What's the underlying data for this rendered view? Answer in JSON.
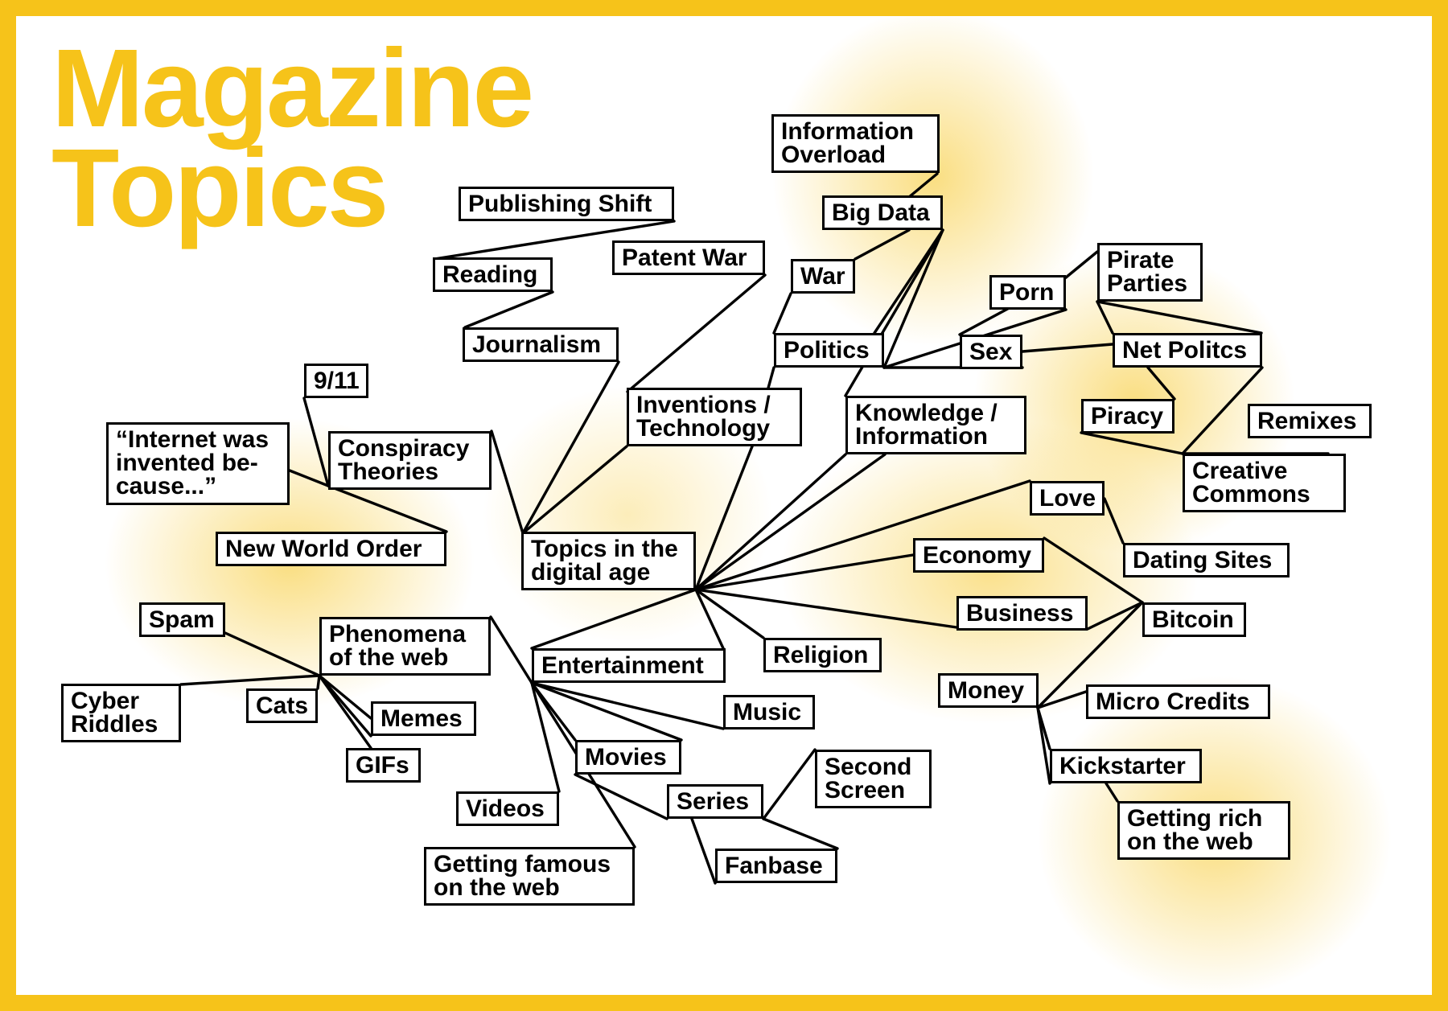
{
  "title": {
    "line1": "Magazine",
    "line2": "Topics"
  },
  "colors": {
    "accent": "#f6c31a",
    "text": "#000000",
    "background": "#ffffff"
  },
  "nodes": {
    "center": "Topics in the\ndigital age",
    "publishing_shift": "Publishing Shift",
    "reading": "Reading",
    "journalism": "Journalism",
    "patent_war": "Patent War",
    "inventions": "Inventions /\nTechnology",
    "information_overload": "Information\nOverload",
    "big_data": "Big Data",
    "war": "War",
    "politics": "Politics",
    "knowledge": "Knowledge /\nInformation",
    "porn": "Porn",
    "sex": "Sex",
    "pirate_parties": "Pirate\nParties",
    "net_politics": "Net Politcs",
    "piracy": "Piracy",
    "remixes": "Remixes",
    "creative_commons": "Creative\nCommons",
    "love": "Love",
    "dating_sites": "Dating Sites",
    "economy": "Economy",
    "business": "Business",
    "bitcoin": "Bitcoin",
    "religion": "Religion",
    "money": "Money",
    "micro_credits": "Micro Credits",
    "kickstarter": "Kickstarter",
    "getting_rich": "Getting rich\non the web",
    "nine_eleven": "9/11",
    "internet_invented": "“Internet was\ninvented be-\ncause...”",
    "conspiracy_theories": "Conspiracy\nTheories",
    "new_world_order": "New World Order",
    "spam": "Spam",
    "phenomena": "Phenomena\nof the web",
    "cyber_riddles": "Cyber\nRiddles",
    "cats": "Cats",
    "memes": "Memes",
    "gifs": "GIFs",
    "entertainment": "Entertainment",
    "music": "Music",
    "movies": "Movies",
    "series": "Series",
    "second_screen": "Second\nScreen",
    "fanbase": "Fanbase",
    "videos": "Videos",
    "getting_famous": "Getting famous\non the web"
  }
}
